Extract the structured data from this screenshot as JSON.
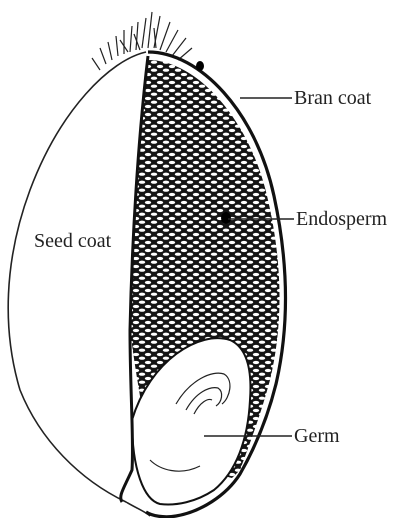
{
  "labels": {
    "bran_coat": "Bran coat",
    "endosperm": "Endosperm",
    "seed_coat": "Seed coat",
    "germ": "Germ"
  },
  "colors": {
    "ink": "#111111",
    "paper": "#ffffff"
  }
}
